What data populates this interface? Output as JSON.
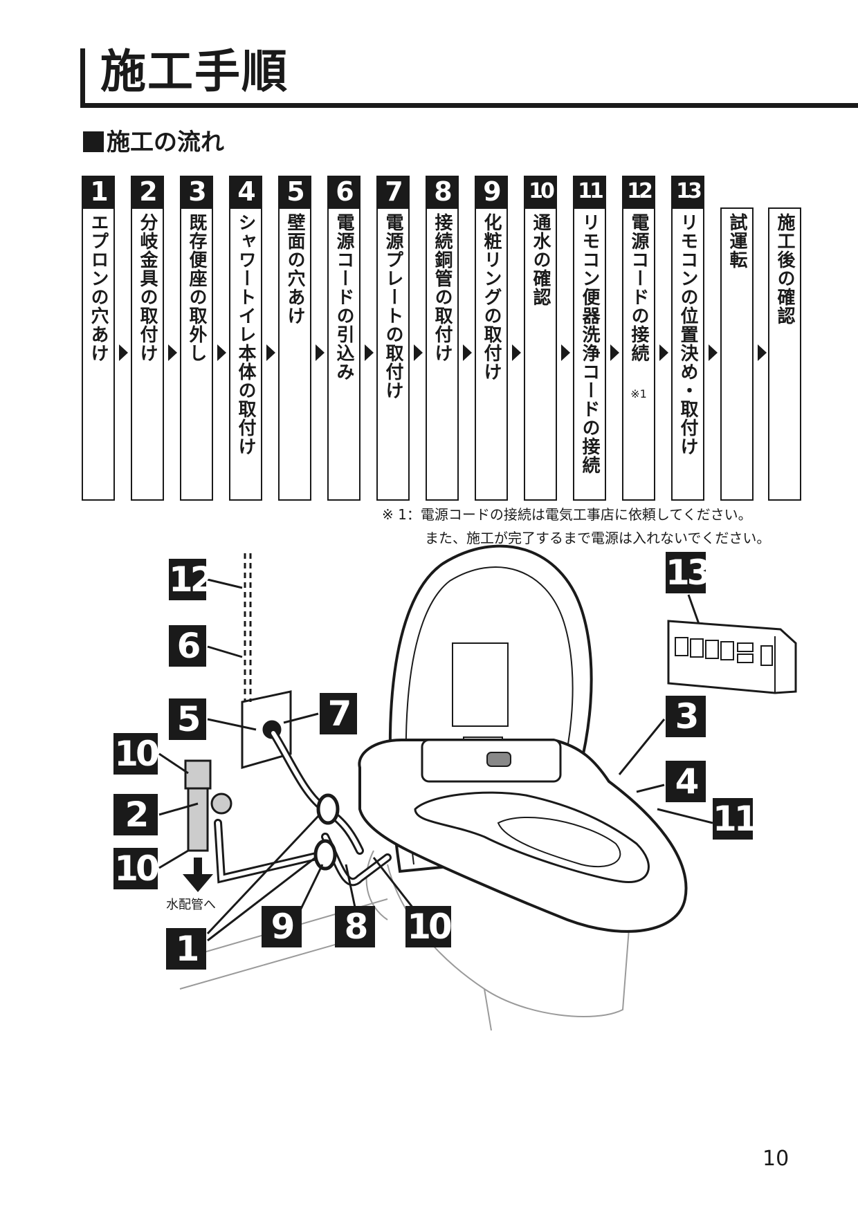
{
  "page_title": "施工手順",
  "section_title": "施工の流れ",
  "steps": [
    {
      "num": "1",
      "label": "エプロンの穴あけ",
      "note": ""
    },
    {
      "num": "2",
      "label": "分岐金具の取付け",
      "note": ""
    },
    {
      "num": "3",
      "label": "既存便座の取外し",
      "note": ""
    },
    {
      "num": "4",
      "label": "シャワートイレ本体の取付け",
      "note": ""
    },
    {
      "num": "5",
      "label": "壁面の穴あけ",
      "note": ""
    },
    {
      "num": "6",
      "label": "電源コードの引込み",
      "note": ""
    },
    {
      "num": "7",
      "label": "電源プレートの取付け",
      "note": ""
    },
    {
      "num": "8",
      "label": "接続銅管の取付け",
      "note": ""
    },
    {
      "num": "9",
      "label": "化粧リングの取付け",
      "note": ""
    },
    {
      "num": "10",
      "label": "通水の確認",
      "note": ""
    },
    {
      "num": "11",
      "label": "リモコン便器洗浄コードの接続",
      "note": ""
    },
    {
      "num": "12",
      "label": "電源コードの接続",
      "note": "※1"
    },
    {
      "num": "13",
      "label": "リモコンの位置決め・取付け",
      "note": ""
    },
    {
      "num": "",
      "label": "試運転",
      "note": ""
    },
    {
      "num": "",
      "label": "施工後の確認",
      "note": ""
    }
  ],
  "footnote": {
    "line1": "※ 1：電源コードの接続は電気工事店に依頼してください。",
    "line2": "また、施工が完了するまで電源は入れないでください。"
  },
  "diagram": {
    "water_pipe_label": "水配管へ",
    "badges": {
      "b12": "12",
      "b6": "6",
      "b5": "5",
      "b7": "7",
      "b10a": "10",
      "b2": "2",
      "b10b": "10",
      "b1": "1",
      "b9": "9",
      "b8": "8",
      "b10c": "10",
      "b13": "13",
      "b3": "3",
      "b4": "4",
      "b11": "11"
    }
  },
  "page_number": "10"
}
